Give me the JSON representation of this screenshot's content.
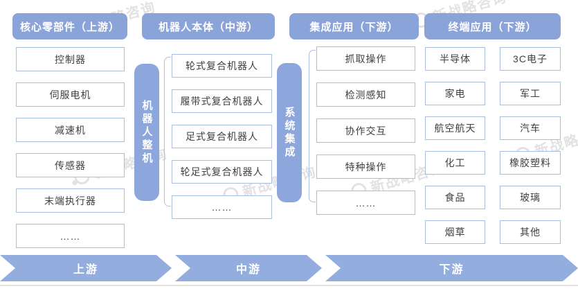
{
  "colors": {
    "header_blue": "#8aa4d9",
    "bar_blue": "#8da7dc",
    "arrow_blue": "#94addf",
    "box_border": "#a5bee2",
    "bracket": "#aac3e5",
    "box_text": "#3f3f3f",
    "watermark_gray": "#c6c6c6"
  },
  "headers": [
    {
      "label": "核心零部件（上游）"
    },
    {
      "label": "机器人本体（中游）"
    },
    {
      "label": "集成应用（下游）"
    },
    {
      "label": "终端应用（下游）"
    }
  ],
  "columns": {
    "core_components": {
      "items": [
        "控制器",
        "伺服电机",
        "减速机",
        "传感器",
        "末端执行器",
        "……"
      ]
    },
    "robot_body": {
      "items": [
        "轮式复合机器人",
        "履带式复合机器人",
        "足式复合机器人",
        "轮足式复合机器人",
        "……"
      ]
    },
    "integrated_application": {
      "items": [
        "抓取操作",
        "检测感知",
        "协作交互",
        "特种操作",
        "……"
      ]
    },
    "terminal_application": {
      "left_items": [
        "半导体",
        "家电",
        "航空航天",
        "化工",
        "食品",
        "烟草"
      ],
      "right_items": [
        "3C电子",
        "军工",
        "汽车",
        "橡胶塑料",
        "玻璃",
        "其他"
      ]
    }
  },
  "vertical_bars": {
    "machine": "机器人整机",
    "integration": "系统集成"
  },
  "flow_arrows": [
    {
      "label": "上游"
    },
    {
      "label": "中游"
    },
    {
      "label": "下游"
    }
  ],
  "watermark": {
    "text": "新战略咨询"
  }
}
